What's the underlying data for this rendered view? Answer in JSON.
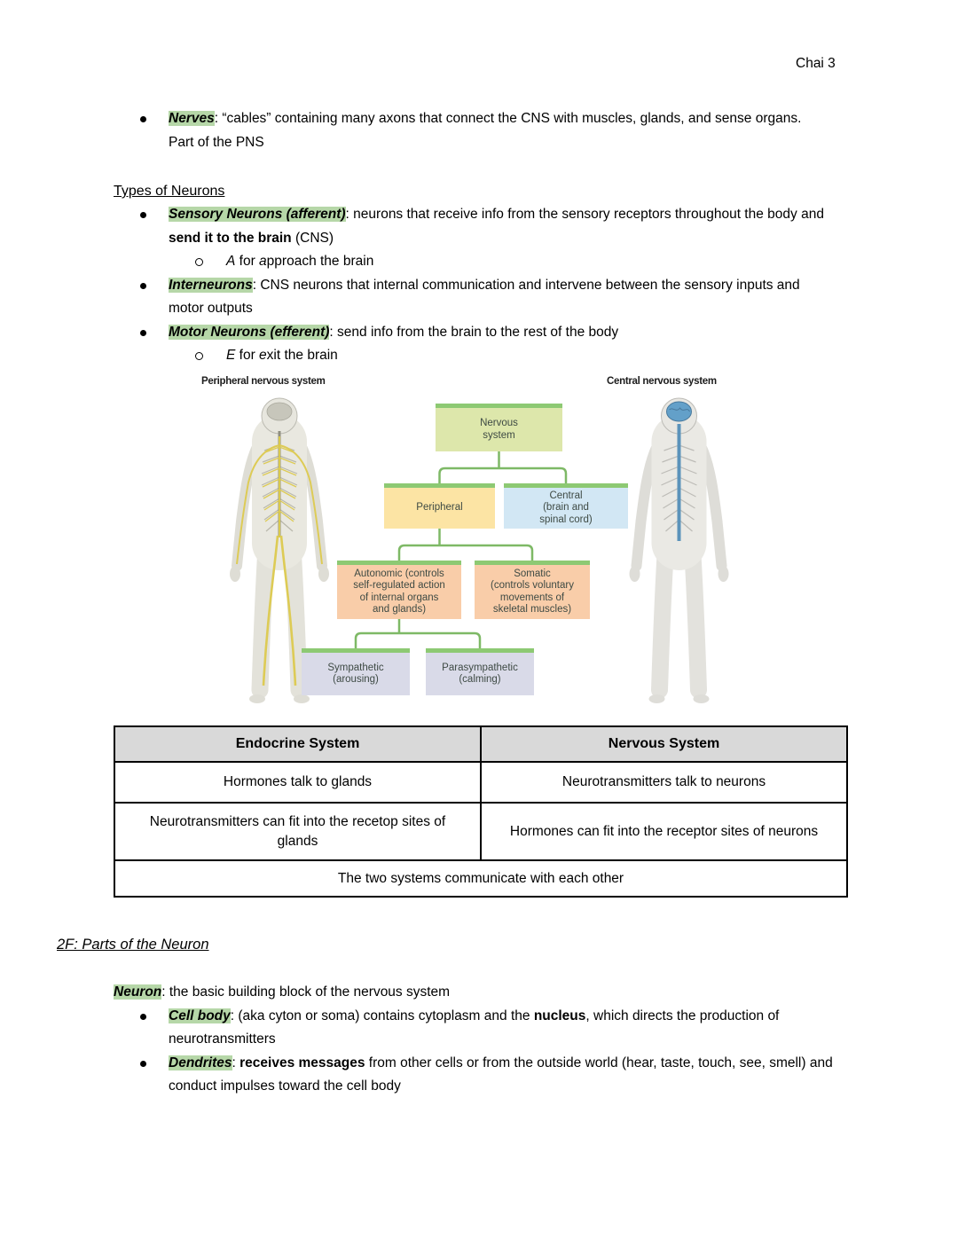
{
  "page": {
    "number_label": "Chai 3"
  },
  "nerves": {
    "term": "Nerves",
    "sep": ": ",
    "body": "“cables” containing many axons that connect the CNS with muscles, glands, and sense organs. Part of the PNS"
  },
  "types": {
    "heading": "Types of Neurons",
    "sensory": {
      "term": "Sensory Neurons (afferent)",
      "sep": ": ",
      "pre": "neurons that receive info from the sensory receptors throughout the body and ",
      "bold": "send it to the brain",
      "post": " (CNS)"
    },
    "sensory_mnemonic": {
      "letter": "A",
      "mid": " for ",
      "letter2": "a",
      "rest": "pproach the brain"
    },
    "interneurons": {
      "term": "Interneurons",
      "sep": ": ",
      "body": "CNS neurons that internal communication and intervene between the sensory inputs and motor outputs"
    },
    "motor": {
      "term": "Motor Neurons (efferent)",
      "sep": ": ",
      "body": "send info from the brain to the rest of the body"
    },
    "motor_mnemonic": {
      "letter": "E",
      "mid": " for ",
      "letter2": "e",
      "rest": "xit the brain"
    }
  },
  "diagram": {
    "left_label": "Peripheral nervous system",
    "right_label": "Central nervous system",
    "nodes": {
      "nervous_system": "Nervous\nsystem",
      "peripheral": "Peripheral",
      "central": "Central\n(brain and\nspinal cord)",
      "autonomic": "Autonomic (controls\nself-regulated action\nof internal organs\nand glands)",
      "somatic": "Somatic\n(controls voluntary\nmovements of\nskeletal muscles)",
      "sympathetic": "Sympathetic\n(arousing)",
      "parasympathetic": "Parasympathetic\n(calming)"
    },
    "colors": {
      "connector": "#7eb966",
      "top_stripe": "#8dc973",
      "nervous_system_fill": "#dde7ab",
      "peripheral_fill": "#fce4a4",
      "central_fill": "#d2e7f4",
      "autonomic_fill": "#f9cda9",
      "somatic_fill": "#f9cda9",
      "sympathetic_fill": "#d9dae8",
      "parasympathetic_fill": "#d9dae8"
    }
  },
  "comparison_table": {
    "headers": [
      "Endocrine System",
      "Nervous System"
    ],
    "rows": [
      [
        "Hormones talk to glands",
        "Neurotransmitters talk to neurons"
      ],
      [
        "Neurotransmitters can fit into the recetop sites of glands",
        "Hormones can fit into the receptor sites of neurons"
      ]
    ],
    "footer": "The two systems communicate with each other"
  },
  "neuron_section": {
    "heading": "2F: Parts of the Neuron",
    "neuron": {
      "term": "Neuron",
      "sep": ": ",
      "body": "the basic building block of the nervous system"
    },
    "cell_body": {
      "term": "Cell body",
      "sep": ": ",
      "pre": "(aka cyton or soma) contains cytoplasm and the ",
      "bold": "nucleus",
      "post": ", which directs the production of neurotransmitters"
    },
    "dendrites": {
      "term": "Dendrites",
      "sep": ": ",
      "bold": "receives messages",
      "post": " from other cells or from the outside world (hear, taste, touch, see, smell) and conduct impulses toward the cell body"
    }
  },
  "highlight_color": "#b6d7a8"
}
